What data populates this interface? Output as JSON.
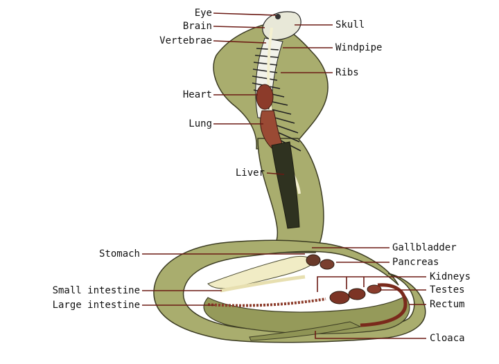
{
  "labels": {
    "eye": "Eye",
    "brain": "Brain",
    "vertebrae": "Vertebrae",
    "skull": "Skull",
    "windpipe": "Windpipe",
    "ribs": "Ribs",
    "heart": "Heart",
    "lung": "Lung",
    "liver": "Liver",
    "stomach": "Stomach",
    "gallbladder": "Gallbladder",
    "pancreas": "Pancreas",
    "kidneys": "Kidneys",
    "testes": "Testes",
    "rectum": "Rectum",
    "small_intestine": "Small intestine",
    "large_intestine": "Large intestine",
    "cloaca": "Cloaca"
  },
  "colors": {
    "body": "#a9ad6e",
    "body_dark": "#6f7440",
    "outline": "#3b3b22",
    "organ": "#8c3b2a",
    "leader": "#6b1a14"
  }
}
